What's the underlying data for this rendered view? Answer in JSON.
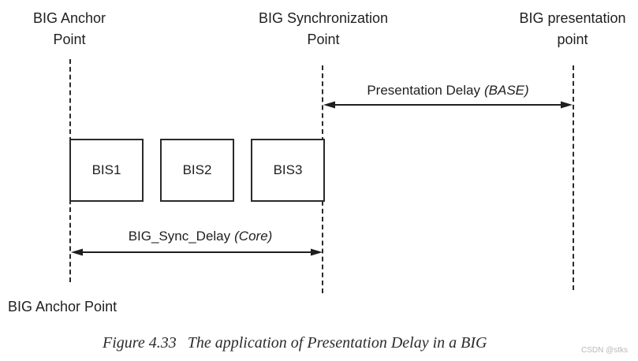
{
  "diagram": {
    "timelines": [
      {
        "line1": "BIG Anchor",
        "line2": "Point"
      },
      {
        "line1": "BIG Synchronization",
        "line2": "Point"
      },
      {
        "line1": "BIG presentation",
        "line2": "point"
      }
    ],
    "bis_boxes": [
      {
        "label": "BIS1"
      },
      {
        "label": "BIS2"
      },
      {
        "label": "BIS3"
      }
    ],
    "arrows": [
      {
        "label": "Presentation Delay",
        "qualifier": "(BASE)"
      },
      {
        "label": "BIG_Sync_Delay",
        "qualifier": "(Core)"
      }
    ],
    "bottom_label": "BIG Anchor Point"
  },
  "caption": {
    "figure_number": "Figure 4.33",
    "text": "The application of Presentation Delay in a BIG"
  },
  "watermark": "CSDN @stks",
  "colors": {
    "ink": "#1f1f1f",
    "line": "#2a2a2a",
    "watermark": "#b8b8b8",
    "background": "#ffffff"
  }
}
